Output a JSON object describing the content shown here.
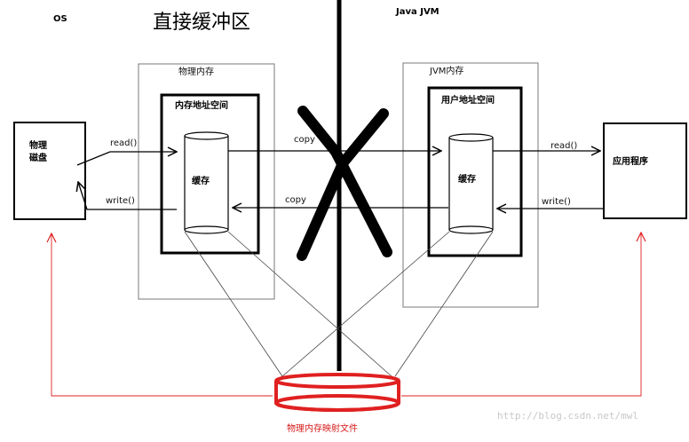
{
  "labels": {
    "os": "OS",
    "title": "直接缓冲区",
    "java_jvm": "Java JVM",
    "physical_memory": "物理内存",
    "kernel_address_space": "内存地址空间",
    "jvm_memory": "JVM内存",
    "user_address_space": "用户地址空间",
    "disk_line1": "物理",
    "disk_line2": "磁盘",
    "application": "应用程序",
    "cache_left": "缓存",
    "cache_right": "缓存",
    "read_left": "read()",
    "write_left": "write()",
    "copy_top": "copy",
    "copy_bottom": "copy",
    "read_right": "read()",
    "write_right": "write()",
    "mapped_file": "物理内存映射文件",
    "watermark": "http://blog.csdn.net/mwl"
  },
  "colors": {
    "stroke": "#000000",
    "thin_box": "#7a7a7a",
    "red": "#e02020"
  }
}
